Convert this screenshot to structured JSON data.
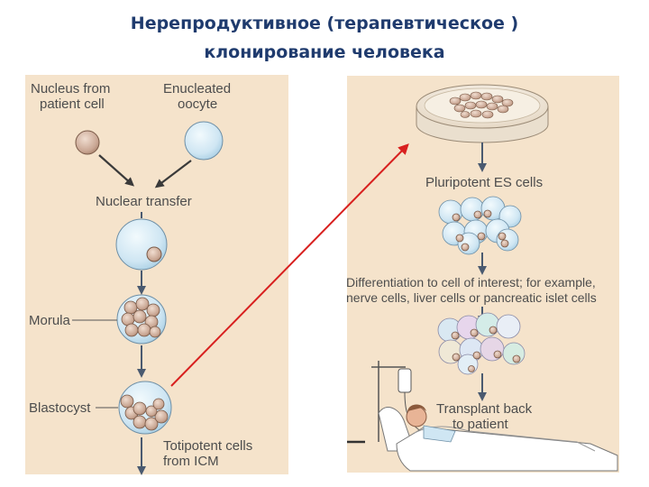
{
  "title": {
    "line1": "Нерепродуктивное (терапевтическое )",
    "line2": "клонирование человека"
  },
  "left": {
    "nucleus_label": [
      "Nucleus from",
      "patient cell"
    ],
    "oocyte_label": [
      "Enucleated",
      "oocyte"
    ],
    "nuclear_transfer": "Nuclear transfer",
    "morula": "Morula",
    "blastocyst": "Blastocyst",
    "totipotent": [
      "Totipotent cells",
      "from ICM"
    ]
  },
  "right": {
    "pluripotent": "Pluripotent ES cells",
    "differentiation": [
      "Differentiation to cell of interest; for example,",
      "nerve cells, liver cells or pancreatic islet cells"
    ],
    "transplant": [
      "Transplant back",
      "to patient"
    ]
  },
  "colors": {
    "title": "#1f3b6e",
    "panel": "#f5e3cb",
    "cell_blue": "#cfe6f3",
    "cell_tan": "#c9a693",
    "arrow_red": "#d8201f"
  }
}
